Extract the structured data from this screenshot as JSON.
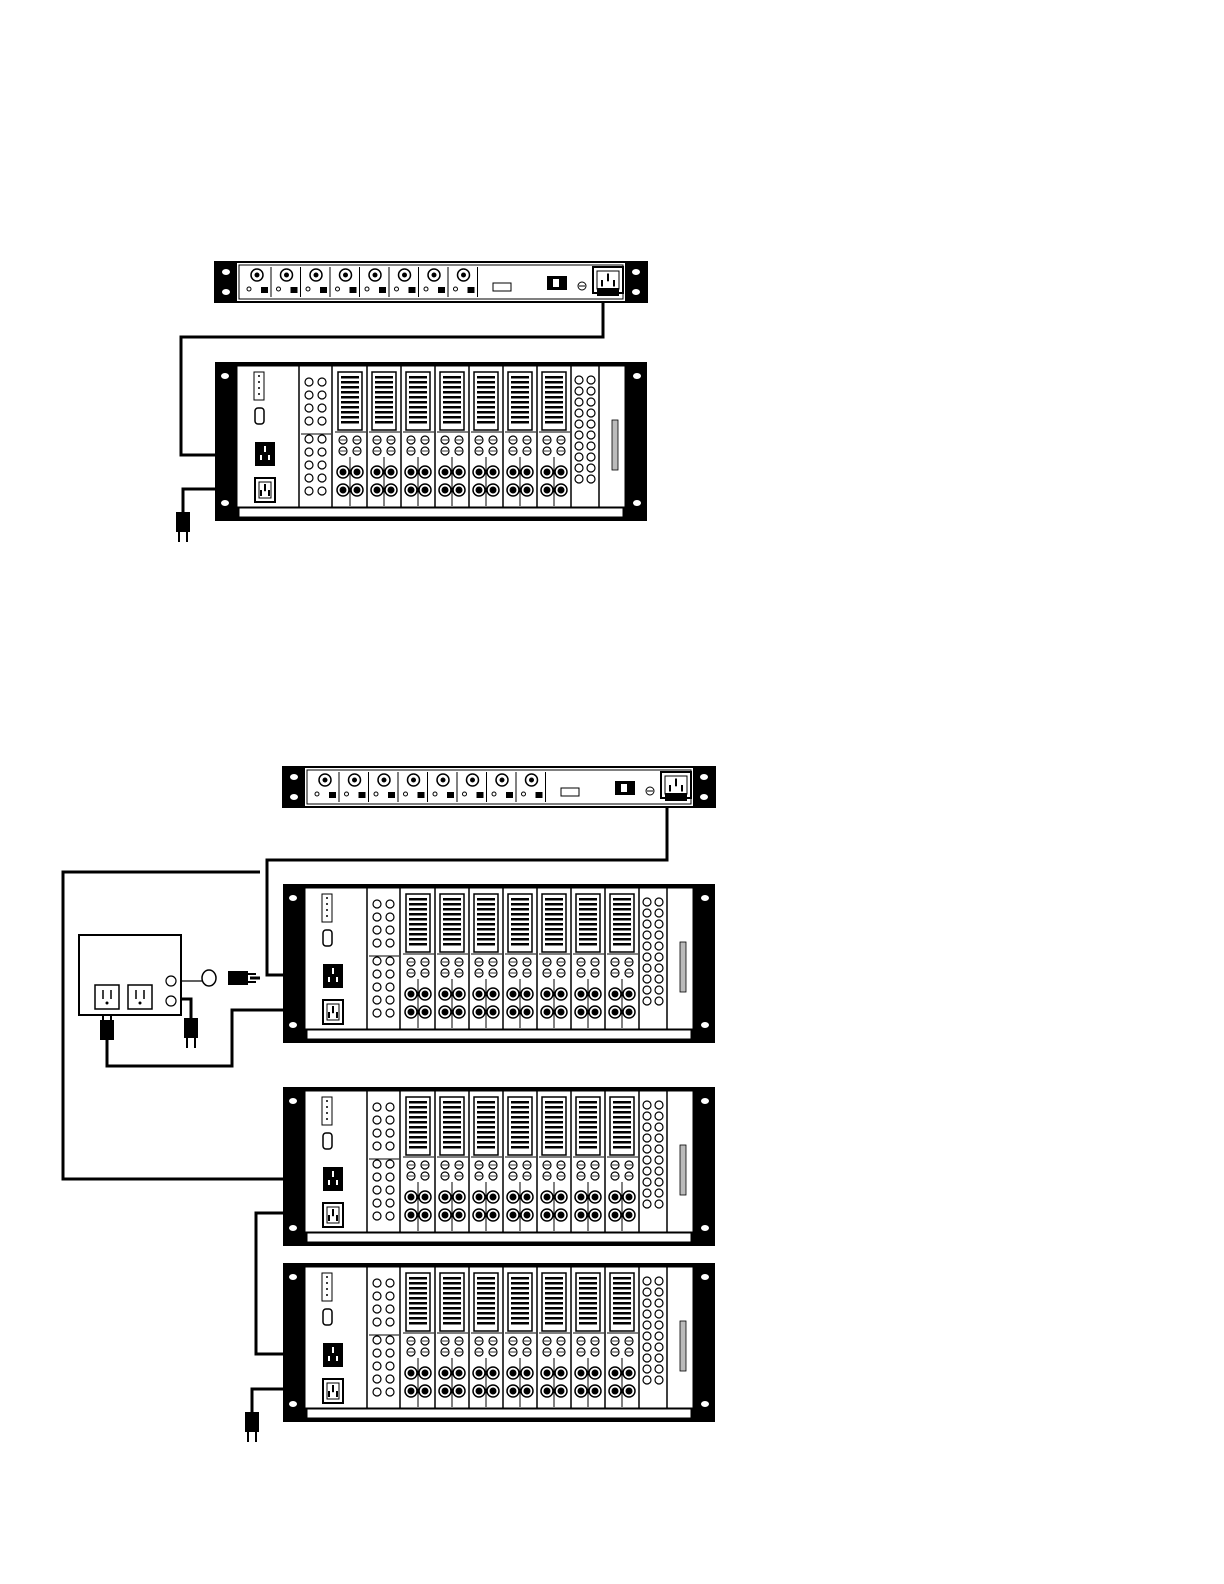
{
  "page": {
    "background": "#ffffff",
    "ink": "#000000",
    "panel_fill": "#ffffff",
    "vent_fill": "#bbbbbb"
  },
  "figures": [
    {
      "name": "single-mainframe-setup",
      "power_supply": {
        "module_count": 8
      },
      "mainframes": [
        {
          "card_count": 7
        }
      ],
      "power_strip": null
    },
    {
      "name": "three-mainframe-setup",
      "power_supply": {
        "module_count": 8
      },
      "mainframes": [
        {
          "card_count": 7
        },
        {
          "card_count": 7
        },
        {
          "card_count": 7
        }
      ],
      "power_strip": {
        "outlet_count": 2
      }
    }
  ]
}
